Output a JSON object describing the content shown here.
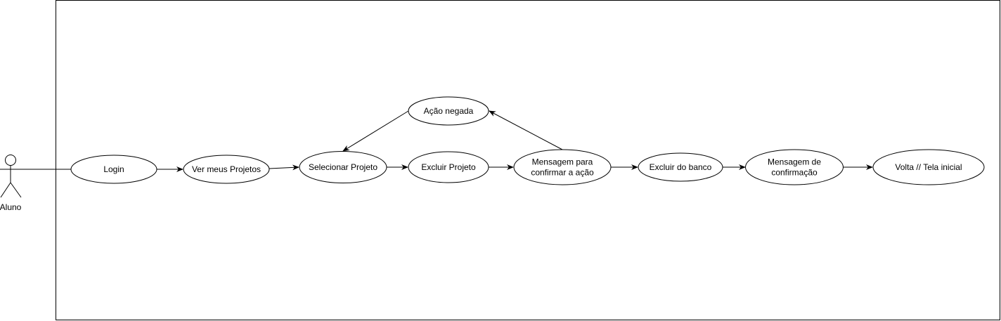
{
  "actor": {
    "label": "Aluno"
  },
  "use_cases": [
    {
      "id": "login",
      "lines": [
        "Login"
      ]
    },
    {
      "id": "ver-meus-projetos",
      "lines": [
        "Ver meus Projetos"
      ]
    },
    {
      "id": "selecionar-projeto",
      "lines": [
        "Selecionar Projeto"
      ]
    },
    {
      "id": "excluir-projeto",
      "lines": [
        "Excluir Projeto"
      ]
    },
    {
      "id": "mensagem-confirmar",
      "lines": [
        "Mensagem para",
        "confirmar a ação"
      ]
    },
    {
      "id": "acao-negada",
      "lines": [
        "Ação negada"
      ]
    },
    {
      "id": "excluir-banco",
      "lines": [
        "Excluir do banco"
      ]
    },
    {
      "id": "mensagem-confirmacao",
      "lines": [
        "Mensagem de",
        "confirmação"
      ]
    },
    {
      "id": "volta-tela-inicial",
      "lines": [
        "Volta // Tela inicial"
      ]
    }
  ],
  "connections": [
    {
      "from": "actor",
      "to": "login",
      "arrow": false
    },
    {
      "from": "login",
      "to": "ver-meus-projetos",
      "arrow": true
    },
    {
      "from": "ver-meus-projetos",
      "to": "selecionar-projeto",
      "arrow": true
    },
    {
      "from": "selecionar-projeto",
      "to": "excluir-projeto",
      "arrow": true
    },
    {
      "from": "excluir-projeto",
      "to": "mensagem-confirmar",
      "arrow": true
    },
    {
      "from": "mensagem-confirmar",
      "to": "acao-negada",
      "arrow": true
    },
    {
      "from": "acao-negada",
      "to": "selecionar-projeto",
      "arrow": true
    },
    {
      "from": "mensagem-confirmar",
      "to": "excluir-banco",
      "arrow": true
    },
    {
      "from": "excluir-banco",
      "to": "mensagem-confirmacao",
      "arrow": true
    },
    {
      "from": "mensagem-confirmacao",
      "to": "volta-tela-inicial",
      "arrow": true
    }
  ],
  "colors": {
    "stroke": "#000000",
    "fill": "#ffffff",
    "boundary": "#000000"
  }
}
